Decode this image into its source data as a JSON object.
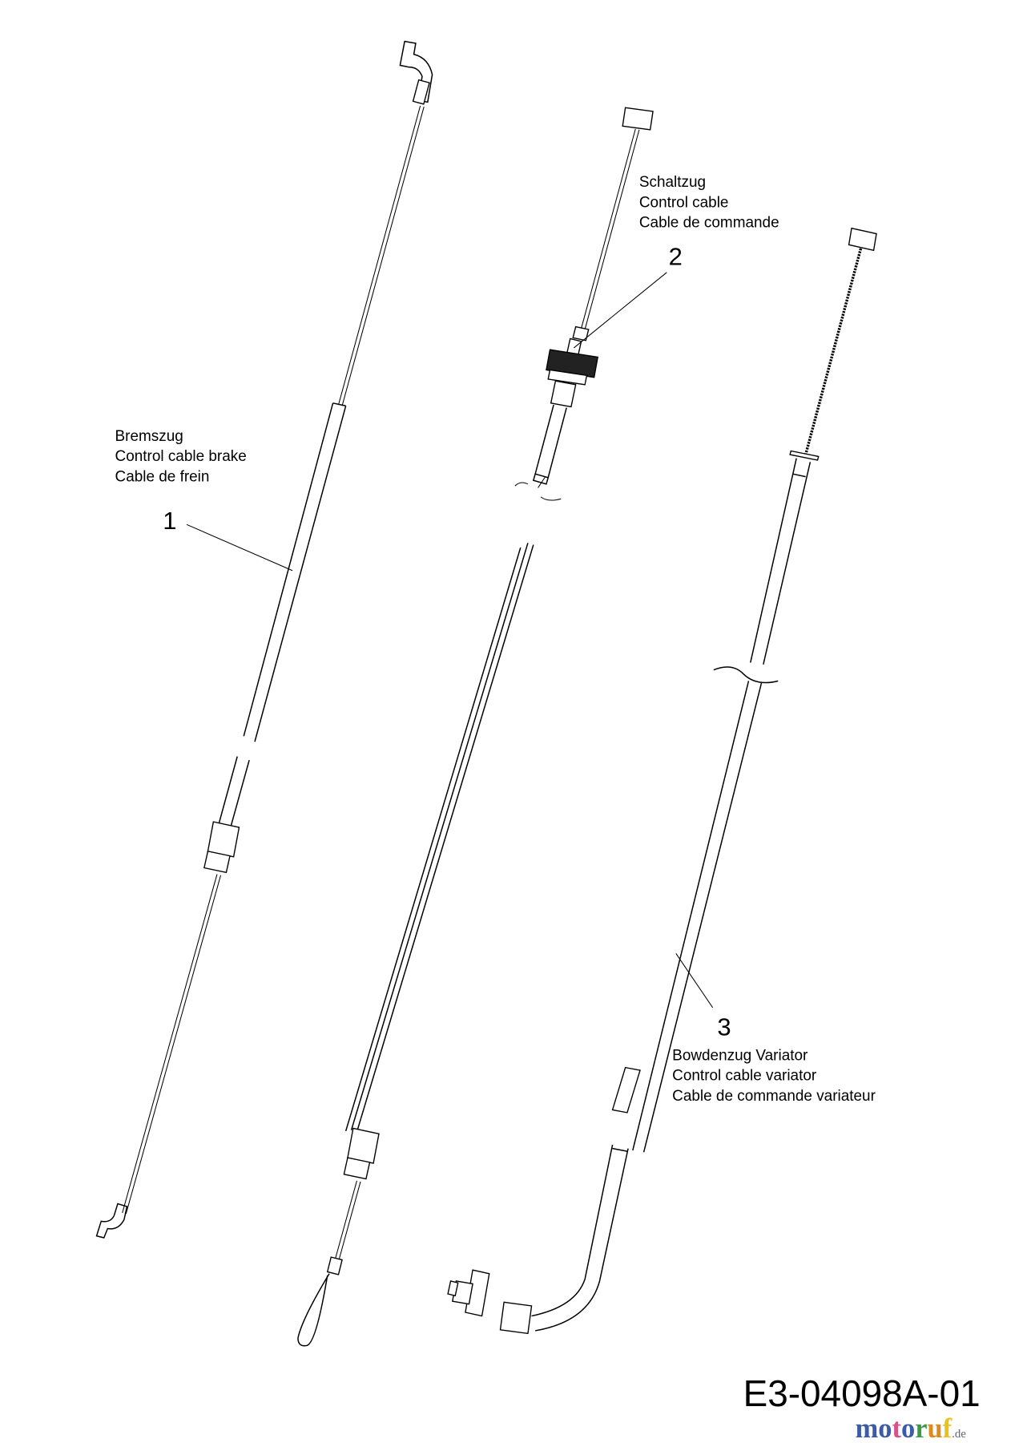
{
  "parts": [
    {
      "number": "1",
      "labels": [
        "Bremszug",
        "Control cable brake",
        "Cable de frein"
      ]
    },
    {
      "number": "2",
      "labels": [
        "Schaltzug",
        "Control cable",
        "Cable de commande"
      ]
    },
    {
      "number": "3",
      "labels": [
        "Bowdenzug Variator",
        "Control cable variator",
        "Cable de commande variateur"
      ]
    }
  ],
  "drawing_code": "E3-04098A-01",
  "watermark": {
    "letters": [
      "m",
      "o",
      "t",
      "o",
      "r",
      "u",
      "f"
    ],
    "suffix": ".de",
    "colors": [
      "#3b5ba9",
      "#3b5ba9",
      "#d94f8a",
      "#3b5ba9",
      "#3b9a4a",
      "#e08a1e",
      "#e6c21a"
    ]
  }
}
